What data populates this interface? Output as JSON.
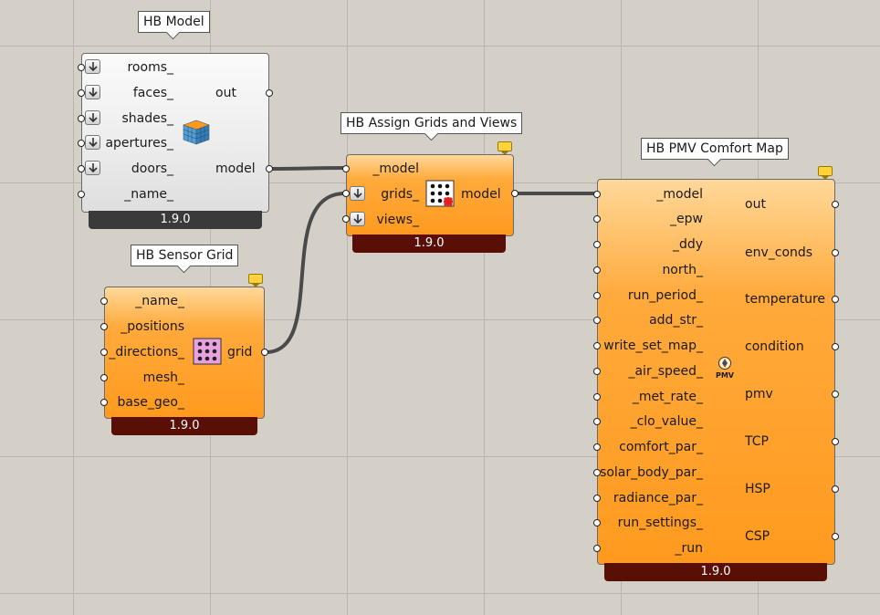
{
  "components": {
    "hb_model": {
      "title": "HB Model",
      "version": "1.9.0",
      "inputs": [
        "rooms_",
        "faces_",
        "shades_",
        "apertures_",
        "doors_",
        "_name_"
      ],
      "outputs": [
        "out",
        "model"
      ]
    },
    "hb_sensor_grid": {
      "title": "HB Sensor Grid",
      "version": "1.9.0",
      "inputs": [
        "_name_",
        "_positions",
        "_directions_",
        "mesh_",
        "base_geo_"
      ],
      "outputs": [
        "grid"
      ]
    },
    "hb_assign": {
      "title": "HB Assign Grids and Views",
      "version": "1.9.0",
      "inputs": [
        "_model",
        "grids_",
        "views_"
      ],
      "outputs": [
        "model"
      ]
    },
    "hb_pmv": {
      "title": "HB PMV Comfort Map",
      "version": "1.9.0",
      "icon_text": "PMV",
      "inputs": [
        "_model",
        "_epw",
        "_ddy",
        "north_",
        "run_period_",
        "add_str_",
        "write_set_map_",
        "_air_speed_",
        "_met_rate_",
        "_clo_value_",
        "comfort_par_",
        "solar_body_par_",
        "radiance_par_",
        "run_settings_",
        "_run"
      ],
      "outputs": [
        "out",
        "env_conds",
        "temperature",
        "condition",
        "pmv",
        "TCP",
        "HSP",
        "CSP"
      ]
    }
  },
  "colors": {
    "canvas": "#d4d0c8",
    "orange_component": "#ff9a1e",
    "grey_component": "#ececec",
    "orange_footer": "#5a0f06",
    "grey_footer": "#3a3a3a",
    "wire": "#4a4a4a"
  }
}
